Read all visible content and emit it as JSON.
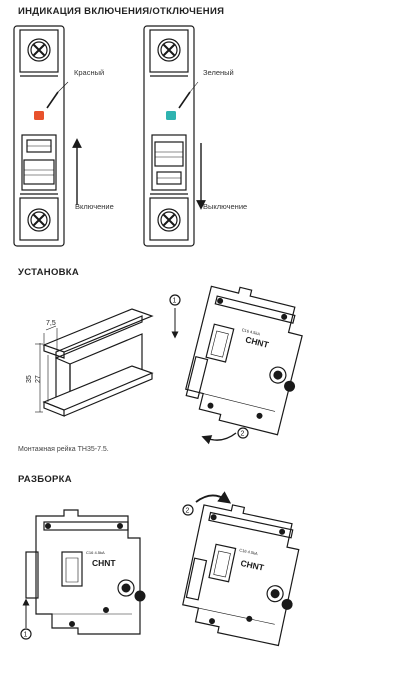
{
  "sections": {
    "indication": {
      "title": "ИНДИКАЦИЯ ВКЛЮЧЕНИЯ/ОТКЛЮЧЕНИЯ"
    },
    "installation": {
      "title": "УСТАНОВКА"
    },
    "disassembly": {
      "title": "РАЗБОРКА"
    }
  },
  "breakers": {
    "left": {
      "indicator_label": "Красный",
      "indicator_color": "#e8522c",
      "action_label": "Включение"
    },
    "right": {
      "indicator_label": "Зеленый",
      "indicator_color": "#2fb3b0",
      "action_label": "Выключение"
    }
  },
  "rail": {
    "caption": "Монтажная рейка ТН35-7.5.",
    "dim_top": "7,5",
    "dim_height_outer": "35",
    "dim_height_inner": "27"
  },
  "brand": "CHNT",
  "steps": {
    "one": "1",
    "two": "2"
  }
}
